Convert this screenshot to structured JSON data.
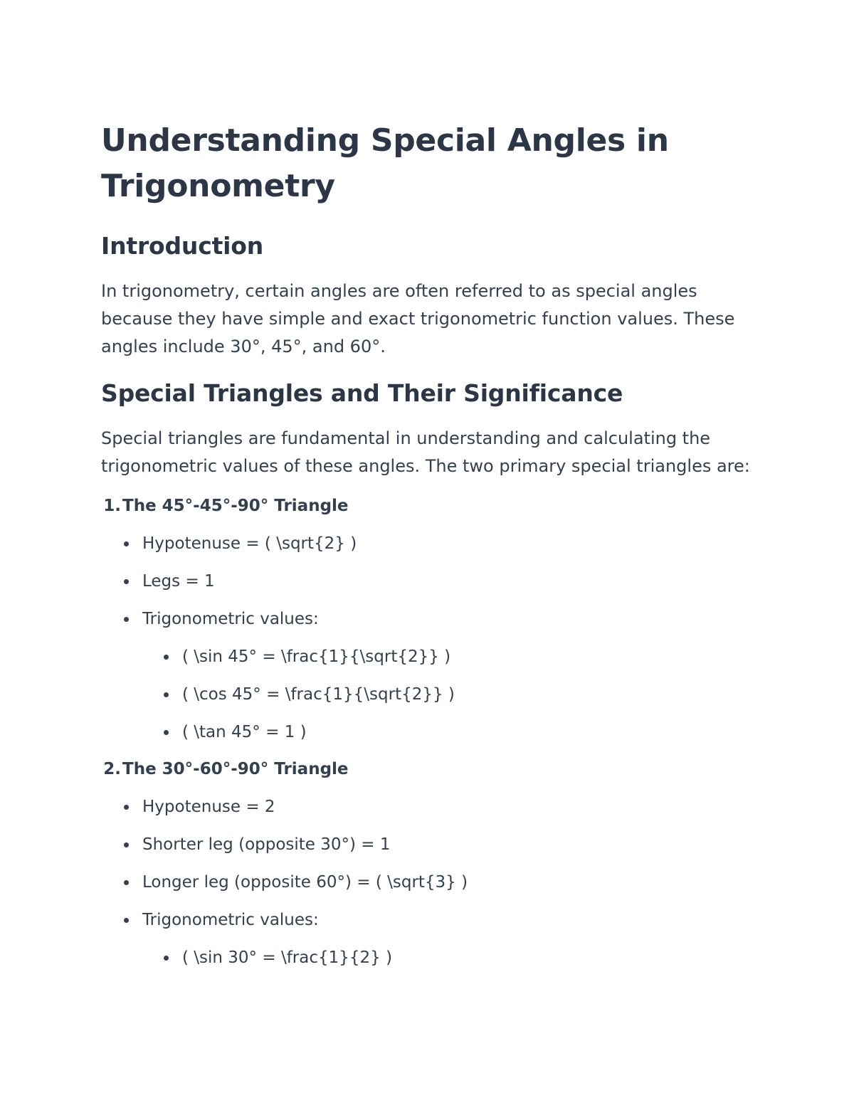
{
  "title": "Understanding Special Angles in Trigonometry",
  "intro": {
    "heading": "Introduction",
    "paragraph": "In trigonometry, certain angles are often referred to as special angles because they have simple and exact trigonometric function values. These angles include 30°, 45°, and 60°."
  },
  "special": {
    "heading": "Special Triangles and Their Significance",
    "paragraph": "Special triangles are fundamental in understanding and calculating the trigonometric values of these angles. The two primary special triangles are:",
    "triangles": [
      {
        "number": "1.",
        "title": "The 45°-45°-90° Triangle",
        "items": [
          "Hypotenuse = ( \\sqrt{2} )",
          "Legs = 1",
          "Trigonometric values:"
        ],
        "subitems": [
          "( \\sin 45° = \\frac{1}{\\sqrt{2}} )",
          "( \\cos 45° = \\frac{1}{\\sqrt{2}} )",
          "( \\tan 45° = 1 )"
        ]
      },
      {
        "number": "2.",
        "title": "The 30°-60°-90° Triangle",
        "items": [
          "Hypotenuse = 2",
          "Shorter leg (opposite 30°) = 1",
          "Longer leg (opposite 60°) = ( \\sqrt{3} )",
          "Trigonometric values:"
        ],
        "subitems": [
          "( \\sin 30° = \\frac{1}{2} )"
        ]
      }
    ]
  }
}
